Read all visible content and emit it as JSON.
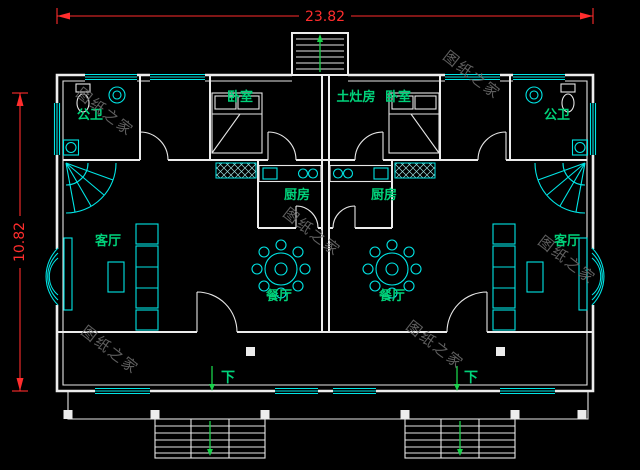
{
  "drawing": {
    "type": "residential floor plan (CAD)",
    "dimensions": {
      "width_label": "23.82",
      "height_label": "10.82"
    },
    "watermark": {
      "text": "图纸之家"
    },
    "rooms": {
      "bath_left": "公卫",
      "bath_right": "公卫",
      "bedroom_left": "卧室",
      "stove_room": "土灶房",
      "bedroom_right": "卧室",
      "kitchen_left": "厨房",
      "kitchen_right": "厨房",
      "living_left": "客厅",
      "living_right": "客厅",
      "dining_left": "餐厅",
      "dining_right": "餐厅"
    },
    "annotations": {
      "down_left": "下",
      "down_right": "下"
    },
    "colors": {
      "background": "#000000",
      "walls": "#ececec",
      "fixtures": "#00e5e5",
      "labels": "#00d27a",
      "dimensions": "#ff2d2d",
      "stair_arrows": "#19d24b",
      "watermark": "#6f6f6f"
    }
  }
}
